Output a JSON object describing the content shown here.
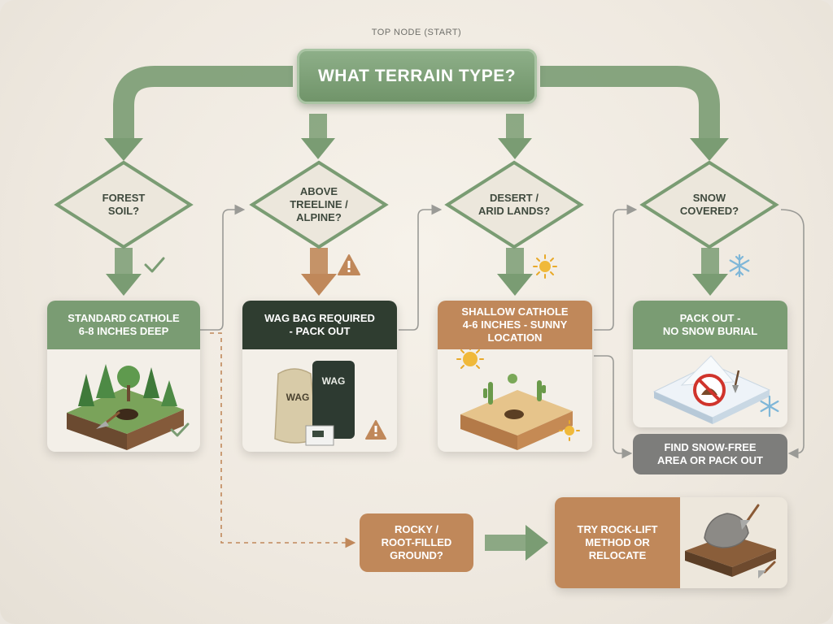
{
  "title_label": "TOP NODE (START)",
  "start": {
    "label": "WHAT TERRAIN TYPE?"
  },
  "decisions": {
    "forest": {
      "line1": "FOREST",
      "line2": "SOIL?"
    },
    "alpine": {
      "line1": "ABOVE",
      "line2": "TREELINE /",
      "line3": "ALPINE?"
    },
    "desert": {
      "line1": "DESERT /",
      "line2": "ARID LANDS?"
    },
    "snow": {
      "line1": "SNOW",
      "line2": "COVERED?"
    }
  },
  "outcomes": {
    "forest": {
      "line1": "STANDARD CATHOLE",
      "line2": "6-8 INCHES DEEP"
    },
    "alpine": {
      "line1": "WAG BAG REQUIRED",
      "line2": "- PACK OUT",
      "bag_text": "WAG"
    },
    "desert": {
      "line1": "SHALLOW CATHOLE",
      "line2": "4-6 INCHES - SUNNY",
      "line3": "LOCATION"
    },
    "snow": {
      "line1": "PACK OUT -",
      "line2": "NO SNOW BURIAL"
    }
  },
  "snow_alt": {
    "line1": "FIND SNOW-FREE",
    "line2": "AREA OR PACK OUT"
  },
  "rocky": {
    "line1": "ROCKY /",
    "line2": "ROOT-FILLED",
    "line3": "GROUND?"
  },
  "rocky_result": {
    "line1": "TRY ROCK-LIFT",
    "line2": "METHOD OR",
    "line3": "RELOCATE"
  },
  "icons": [
    "check-icon",
    "warning-icon",
    "sun-icon",
    "snowflake-icon",
    "no-burial-icon",
    "trowel-icon"
  ],
  "colors": {
    "green": "#7a9c73",
    "dark_green": "#2f3d30",
    "tan": "#c0885a",
    "gray": "#7d7d7b",
    "background": "#f1ece4"
  }
}
